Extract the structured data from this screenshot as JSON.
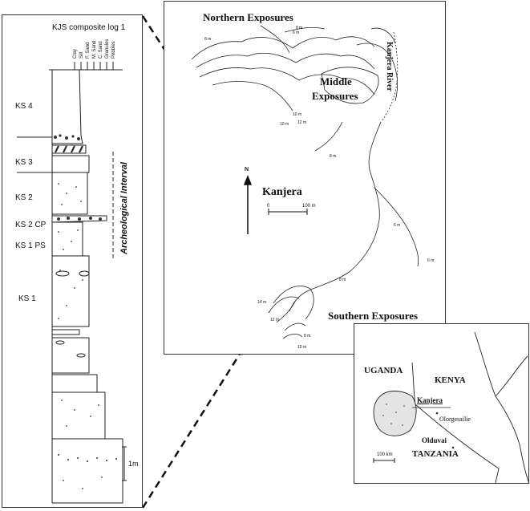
{
  "log": {
    "title": "KJS composite log 1",
    "grain_columns": [
      "Clay",
      "Silt",
      "F. Sand",
      "M. Sand",
      "C. Sand",
      "Granules",
      "Pebbles"
    ],
    "units": [
      "KS 4",
      "KS 3",
      "KS 2",
      "KS 2 CP",
      "KS 1 PS",
      "KS 1"
    ],
    "interval_label": "Archeological Interval",
    "scale_label": "1m"
  },
  "map": {
    "northern_label": "Northern Exposures",
    "middle_label_1": "Middle",
    "middle_label_2": "Exposures",
    "southern_label": "Southern Exposures",
    "river_label": "Kanjera River",
    "site_label": "Kanjera",
    "north_label": "N",
    "scale_zero": "0",
    "scale_end": "100 m",
    "contour_labels": [
      "8 m",
      "6 m",
      "8 m",
      "10 m",
      "10 m",
      "12 m",
      "8 m",
      "6 m",
      "8 m",
      "6 m",
      "14 m",
      "12 m",
      "8 m",
      "10 m"
    ]
  },
  "inset": {
    "uganda": "UGANDA",
    "kenya": "KENYA",
    "kanjera": "Kanjera",
    "olorgesailie": "Olorgesailie",
    "olduvai": "Olduvai",
    "tanzania": "TANZANIA",
    "scale": "100 km"
  },
  "colors": {
    "line": "#222222",
    "panel_border": "#333333"
  }
}
